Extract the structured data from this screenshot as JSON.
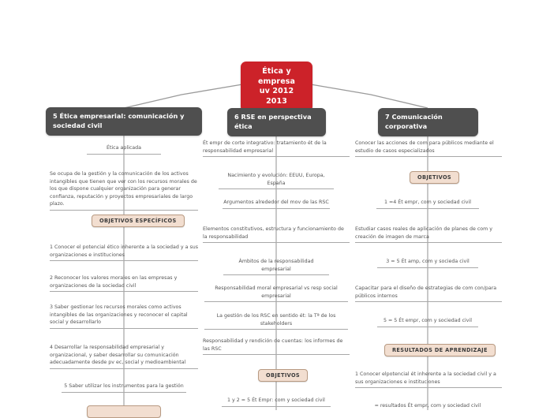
{
  "diagram": {
    "type": "mind-map",
    "root": {
      "label": "Ética y empresa\nuv 2012 2013",
      "line1": "Ética y empresa",
      "line2": "uv 2012 2013",
      "color": "#cc2229"
    },
    "branch_color": "#4f4f4f",
    "pill_color": "#f2ded0",
    "pill_border": "#b89a82",
    "link_color": "#9a9a9a",
    "branches": [
      {
        "id": "branch-5",
        "title": "5 Ética empresarial: comunicación y sociedad civil",
        "nodes": [
          {
            "kind": "leaf",
            "align": "center",
            "text": "Ética aplicada"
          },
          {
            "kind": "leaf",
            "align": "left",
            "text": "Se ocupa de la gestión y la comunicación de los activos intangibles que tienen que ver con los recursos morales de los que dispone cualquier organización para generar confianza, reputación y proyectos empresariales de largo plazo."
          },
          {
            "kind": "pill",
            "text": "OBJETIVOS ESPECÍFICOS"
          },
          {
            "kind": "leaf",
            "align": "left",
            "text": "1 Conocer el potencial ético inherente a la sociedad y a sus organizaciones e instituciones"
          },
          {
            "kind": "leaf",
            "align": "left",
            "text": "2 Reconocer los valores morales en las empresas y organizaciones de la sociedad civil"
          },
          {
            "kind": "leaf",
            "align": "left",
            "text": "3 Saber gestionar los recursos morales como activos intangibles de las organizaciones y reconocer el capital social y desarrollarlo"
          },
          {
            "kind": "leaf",
            "align": "left",
            "text": "4 Desarrollar la responsabilidad empresarial y organizacional, y saber desarrollar su comunicación adecuadamente desde pv ec, social y medioambiental"
          },
          {
            "kind": "leaf",
            "align": "center",
            "text": "5 Saber utilizar los instrumentos para la gestión"
          },
          {
            "kind": "pill",
            "text": ""
          }
        ]
      },
      {
        "id": "branch-6",
        "title": "6 RSE en perspectiva ética",
        "nodes": [
          {
            "kind": "leaf",
            "align": "left",
            "text": "Ét empr de corte integrativo: tratamiento ét de la responsabilidad empresarial"
          },
          {
            "kind": "leaf",
            "align": "center",
            "text": "Nacimiento y evolución: EEUU, Europa, España"
          },
          {
            "kind": "leaf",
            "align": "center",
            "text": "Argumentos alrededor del mov de las RSC"
          },
          {
            "kind": "leaf",
            "align": "left",
            "text": "Elementos constitutivos, estructura y funcionamiento de la responsabilidad"
          },
          {
            "kind": "leaf",
            "align": "center",
            "text": "Ámbitos de la responsabilidad empresarial"
          },
          {
            "kind": "leaf",
            "align": "center",
            "text": "Responsabilidad moral empresarial vs resp social empresarial"
          },
          {
            "kind": "leaf",
            "align": "center",
            "text": "La gestión de los RSC en sentido ét: la Tª de los stakeholders"
          },
          {
            "kind": "leaf",
            "align": "left",
            "text": "Responsabilidad y rendición de cuentas: los informes de las RSC"
          },
          {
            "kind": "pill",
            "text": "OBJETIVOS"
          },
          {
            "kind": "leaf",
            "align": "center",
            "text": "1 y 2 = 5 Ét Empr: com y sociedad civil"
          }
        ]
      },
      {
        "id": "branch-7",
        "title": "7 Comunicación corporativa",
        "nodes": [
          {
            "kind": "leaf",
            "align": "left",
            "text": "Conocer las acciones de com para públicos mediante el estudio de casos especializados"
          },
          {
            "kind": "pill",
            "text": "OBJETIVOS"
          },
          {
            "kind": "leaf",
            "align": "center",
            "text": "1 =4 Ét empr, com y sociedad civil"
          },
          {
            "kind": "leaf",
            "align": "left",
            "text": "Estudiar casos reales de aplicación de planes de com y creación de imagen de marca"
          },
          {
            "kind": "leaf",
            "align": "center",
            "text": "3 = 5 Ét amp, com y socieda civil"
          },
          {
            "kind": "leaf",
            "align": "left",
            "text": "Capacitar para el diseño de estrategias de com con/para públicos internos"
          },
          {
            "kind": "leaf",
            "align": "center",
            "text": "5 = 5 Ét empr, com y sociedad civil"
          },
          {
            "kind": "pill",
            "text": "RESULTADOS DE APRENDIZAJE"
          },
          {
            "kind": "leaf",
            "align": "left",
            "text": "1 Conocer elpotencial ét inherente a la sociedad civil y a sus organizaciones e instituciones"
          },
          {
            "kind": "leaf",
            "align": "center",
            "text": "= resultados Ét empr, com y sociedad civil"
          }
        ]
      }
    ]
  }
}
